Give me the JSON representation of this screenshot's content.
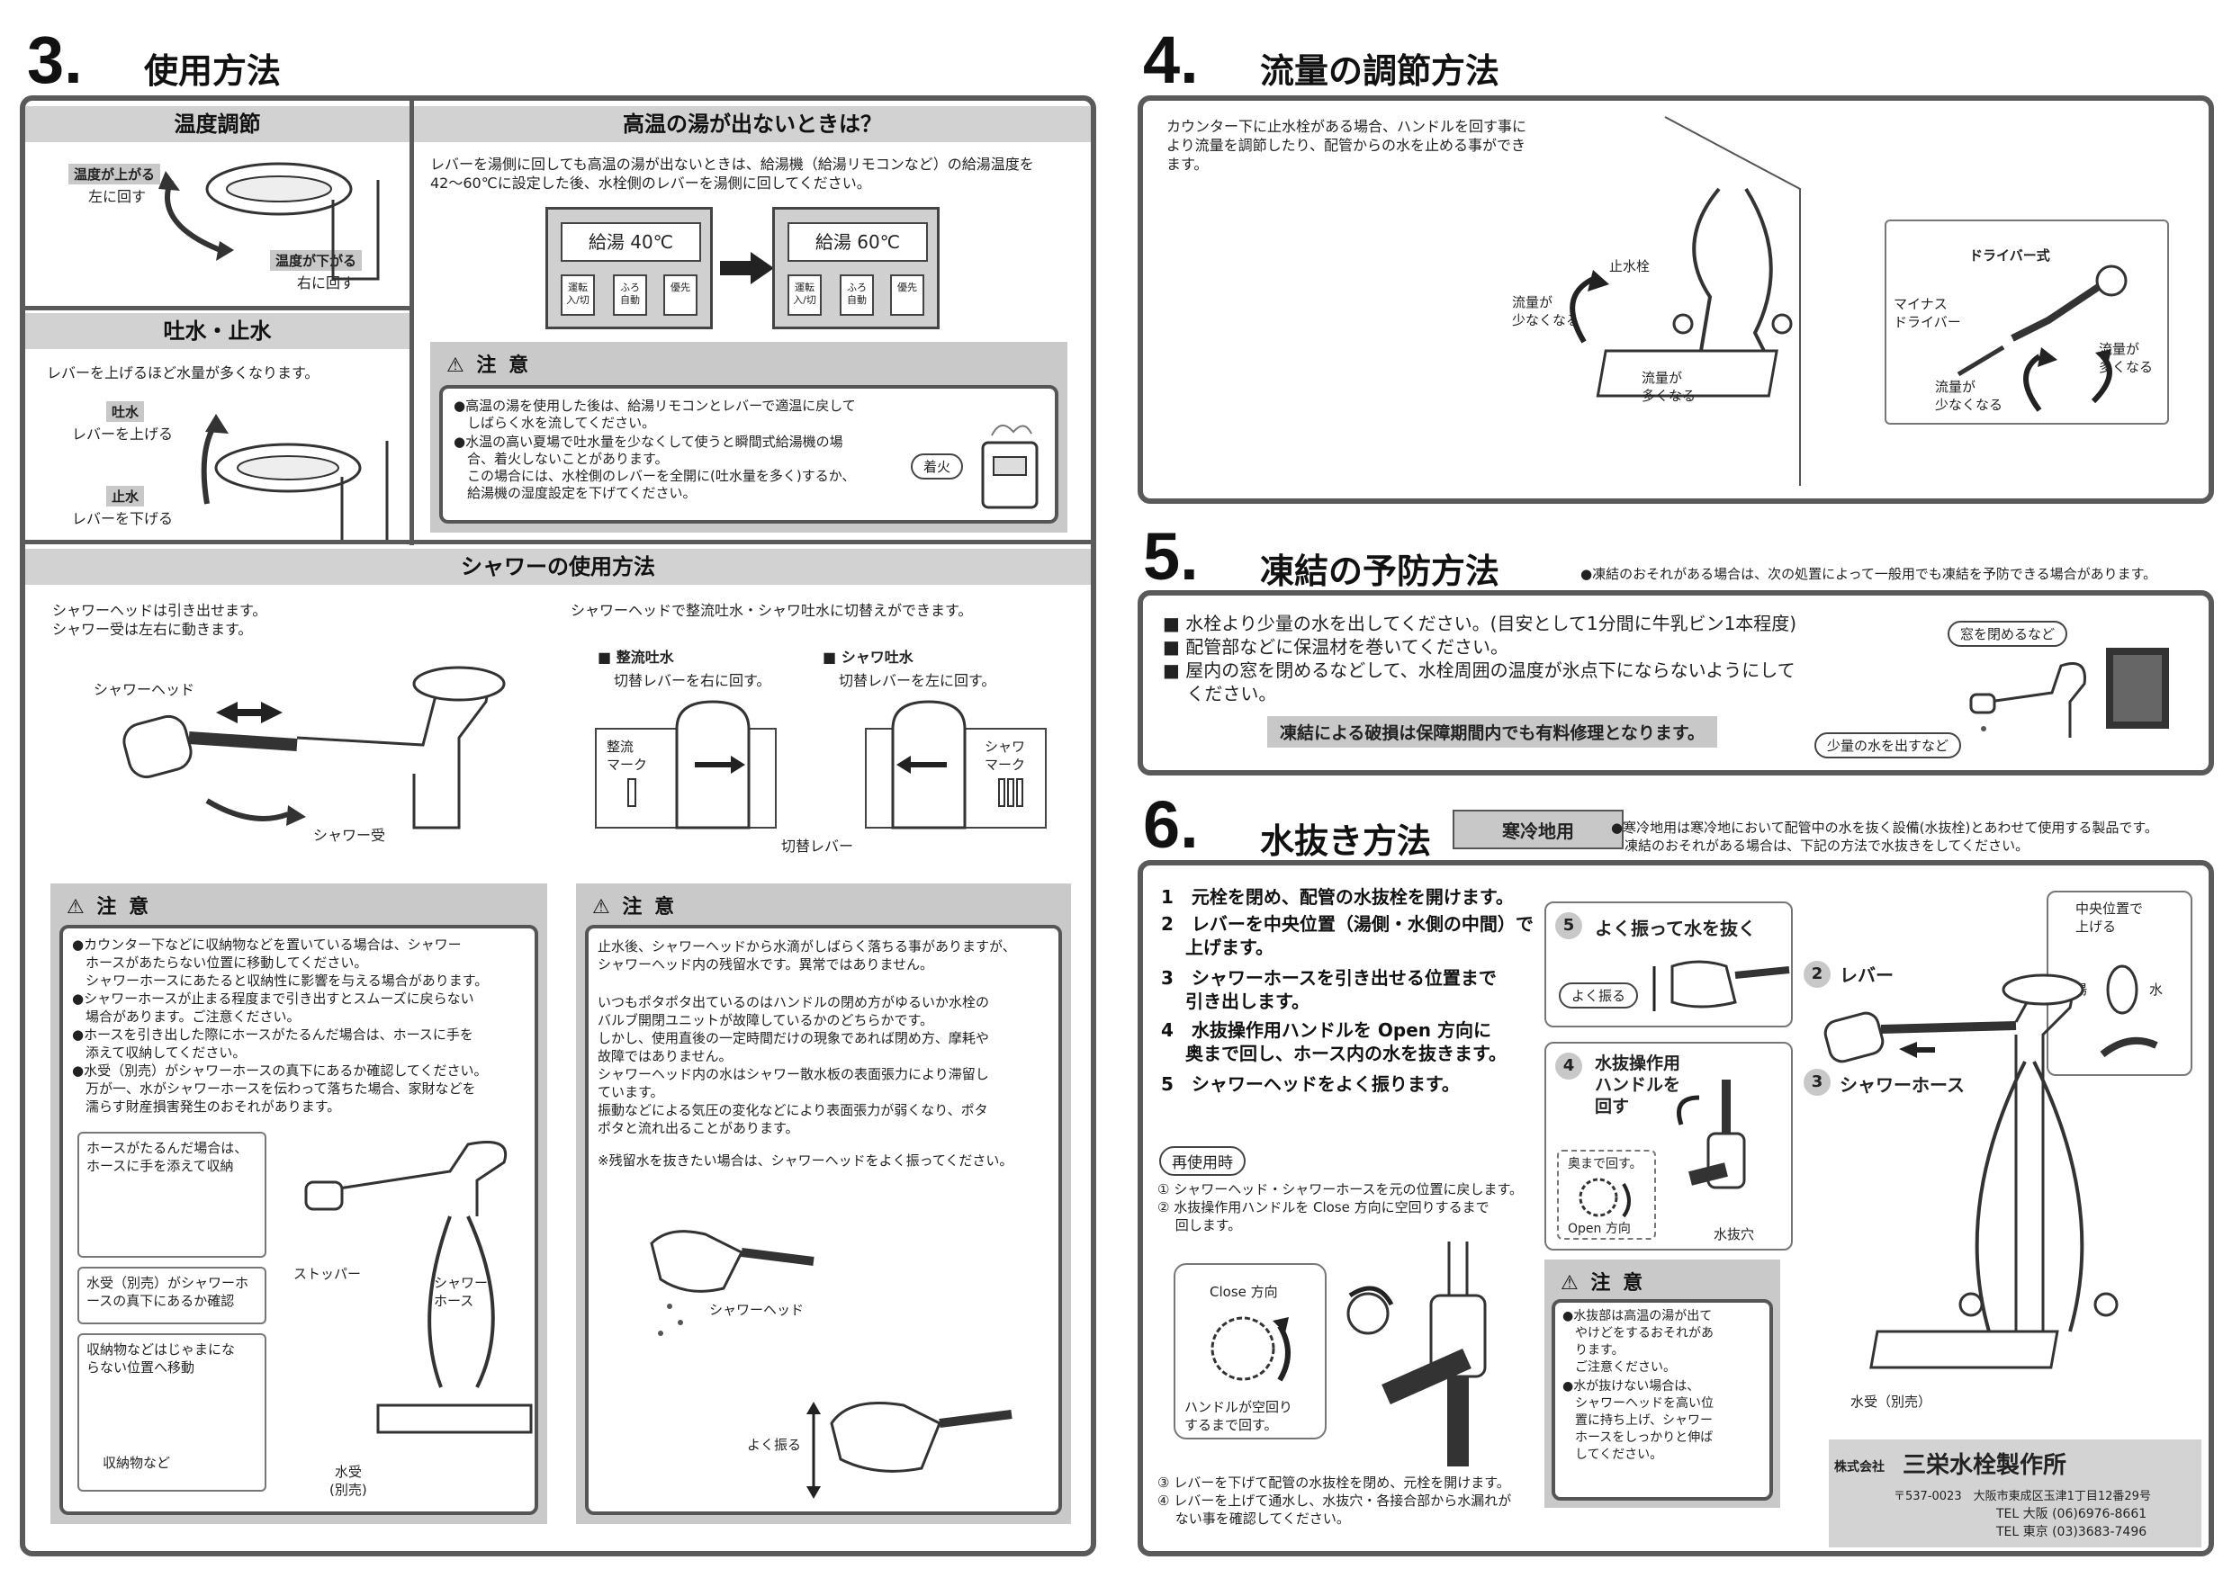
{
  "s3": {
    "num": "3.",
    "title": "使用方法",
    "temp": {
      "header": "温度調節",
      "up_tag": "温度が上がる",
      "up_text": "左に回す",
      "down_tag": "温度が下がる",
      "down_text": "右に回す"
    },
    "hot": {
      "header": "高温の湯が出ないときは？",
      "text": "レバーを湯側に回しても高温の湯が出ないときは、給湯機（給湯リモコンなど）の給湯温度を\n42〜60℃に設定した後、水栓側のレバーを湯側に回してください。",
      "remote1": "給湯 40℃",
      "remote2": "給湯 60℃",
      "btn1": "運転\n入/切",
      "btn2": "ふろ\n自動",
      "btn3": "優先",
      "caution_title": "注 意",
      "caution_items": [
        "●高温の湯を使用した後は、給湯リモコンとレバーで適温に戻して\n　しばらく水を流してください。",
        "●水温の高い夏場で吐水量を少なくして使うと瞬間式給湯機の場\n　合、着火しないことがあります。\n　この場合には、水栓側のレバーを全開に(吐水量を多く)するか、\n　給湯機の湿度設定を下げてください。"
      ],
      "ignite": "着火"
    },
    "spout": {
      "header": "吐水・止水",
      "text": "レバーを上げるほど水量が多くなります。",
      "on_tag": "吐水",
      "on_text": "レバーを上げる",
      "off_tag": "止水",
      "off_text": "レバーを下げる"
    },
    "shower": {
      "header": "シャワーの使用方法",
      "text_left": "シャワーヘッドは引き出せます。\nシャワー受は左右に動きます。",
      "text_right": "シャワーヘッドで整流吐水・シャワ吐水に切替えができます。",
      "head_label": "シャワーヘッド",
      "holder_label": "シャワー受",
      "mode1_title": "■ 整流吐水",
      "mode1_text": "切替レバーを右に回す。",
      "mode2_title": "■ シャワ吐水",
      "mode2_text": "切替レバーを左に回す。",
      "mark1": "整流\nマーク",
      "mark2": "シャワ\nマーク",
      "lever_label": "切替レバー"
    },
    "caution_left": {
      "title": "注 意",
      "items": [
        "●カウンター下などに収納物などを置いている場合は、シャワー\n　ホースがあたらない位置に移動してください。\n　シャワーホースにあたると収納性に影響を与える場合があります。",
        "●シャワーホースが止まる程度まで引き出すとスムーズに戻らない\n　場合があります。ご注意ください。",
        "●ホースを引き出した際にホースがたるんだ場合は、ホースに手を\n　添えて収納してください。",
        "●水受（別売）がシャワーホースの真下にあるか確認してください。\n　万が一、水がシャワーホースを伝わって落ちた場合、家財などを\n　濡らす財産損害発生のおそれがあります。"
      ],
      "box1": "ホースがたるんだ場合は、\nホースに手を添えて収納",
      "box2": "水受（別売）がシャワーホ\nースの真下にあるか確認",
      "box3": "収納物などはじゃまにな\nらない位置へ移動",
      "storage": "収納物など",
      "stopper": "ストッパー",
      "hose": "シャワー\nホース",
      "tray": "水受\n(別売)"
    },
    "caution_right": {
      "title": "注 意",
      "p1": "止水後、シャワーヘッドから水滴がしばらく落ちる事がありますが、\nシャワーヘッド内の残留水です。異常ではありません。",
      "p2": "いつもポタポタ出ているのはハンドルの閉め方がゆるいか水栓の\nバルブ開閉ユニットが故障しているかのどちらかです。\nしかし、使用直後の一定時間だけの現象であれば閉め方、摩耗や\n故障ではありません。\nシャワーヘッド内の水はシャワー散水板の表面張力により滞留し\nています。\n振動などによる気圧の変化などにより表面張力が弱くなり、ポタ\nポタと流れ出ることがあります。",
      "p3": "※残留水を抜きたい場合は、シャワーヘッドをよく振ってください。",
      "head_label": "シャワーヘッド",
      "shake": "よく振る"
    }
  },
  "s4": {
    "num": "4.",
    "title": "流量の調節方法",
    "text": "カウンター下に止水栓がある場合、ハンドルを回す事に\nより流量を調節したり、配管からの水を止める事ができ\nます。",
    "stopcock": "止水栓",
    "less": "流量が\n少なくなる",
    "more": "流量が\n多くなる",
    "driver_type": "ドライバー式",
    "minus_driver": "マイナス\nドライバー",
    "more2": "流量が\n多くなる",
    "less2": "流量が\n少なくなる"
  },
  "s5": {
    "num": "5.",
    "title": "凍結の予防方法",
    "note": "●凍結のおそれがある場合は、次の処置によって一般用でも凍結を予防できる場合があります。",
    "items": [
      "■ 水栓より少量の水を出してください。(目安として1分間に牛乳ビン1本程度)",
      "■ 配管部などに保温材を巻いてください。",
      "■ 屋内の窓を閉めるなどして、水栓周囲の温度が氷点下にならないようにして\n　 ください。"
    ],
    "warning": "凍結による破損は保障期間内でも有料修理となります。",
    "close_window": "窓を閉めるなど",
    "little_water": "少量の水を出すなど"
  },
  "s6": {
    "num": "6.",
    "title": "水抜き方法",
    "badge": "寒冷地用",
    "note": "●寒冷地用は寒冷地において配管中の水を抜く設備(水抜栓)とあわせて使用する製品です。\n　凍結のおそれがある場合は、下記の方法で水抜きをしてください。",
    "steps": [
      "1　元栓を閉め、配管の水抜栓を開けます。",
      "2　レバーを中央位置（湯側・水側の中間）で\n　 上げます。",
      "3　シャワーホースを引き出せる位置まで\n　 引き出します。",
      "4　水抜操作用ハンドルを Open 方向に\n　 奥まで回し、ホース内の水を抜きます。",
      "5　シャワーヘッドをよく振ります。"
    ],
    "reuse": "再使用時",
    "reuse_text": "① シャワーヘッド・シャワーホースを元の位置に戻します。\n② 水抜操作用ハンドルを Close 方向に空回りするまで\n　 回します。",
    "close_dir": "Close 方向",
    "handle_idle": "ハンドルが空回り\nするまで回す。",
    "after_text": "③ レバーを下げて配管の水抜栓を閉め、元栓を開けます。\n④ レバーを上げて通水し、水抜穴・各接合部から水漏れが\n　 ない事を確認してください。",
    "box5_title": "よく振って水を抜く",
    "box5_num": "5",
    "shake": "よく振る",
    "box4_title": "水抜操作用\nハンドルを\n回す",
    "box4_num": "4",
    "deep": "奥まで回す。",
    "open_dir": "Open 方向",
    "drain_hole": "水抜穴",
    "caution_title": "注 意",
    "caution_items": [
      "●水抜部は高温の湯が出て\n　やけどをするおそれがあ\n　ります。\n　ご注意ください。",
      "●水が抜けない場合は、\n　シャワーヘッドを高い位\n　置に持ち上げ、シャワー\n　ホースをしっかりと伸ば\n　してください。"
    ],
    "lever_num": "2",
    "lever": "レバー",
    "hose_num": "3",
    "hose": "シャワーホース",
    "center": "中央位置で\n上げる",
    "hot": "湯",
    "cold": "水",
    "tray": "水受（別売）",
    "company_prefix": "株式会社",
    "company": "三栄水栓製作所",
    "address": "〒537-0023　大阪市東成区玉津1丁目12番29号",
    "tel1": "TEL 大阪 (06)6976-8661",
    "tel2": "TEL 東京 (03)3683-7496"
  }
}
